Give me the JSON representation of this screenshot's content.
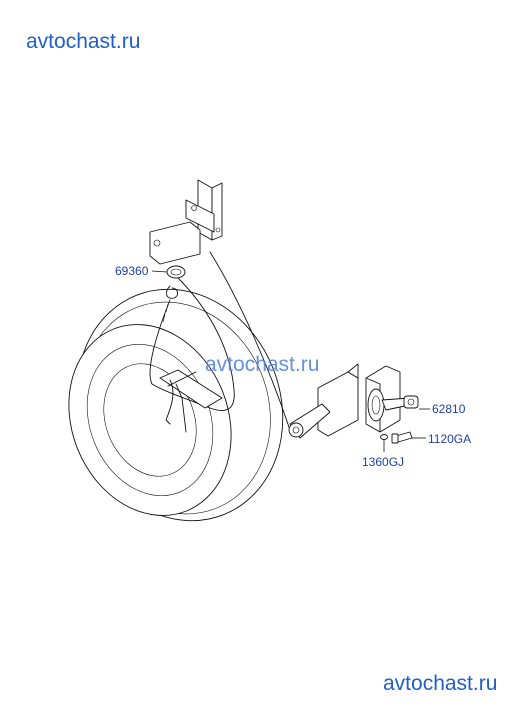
{
  "watermarks": {
    "top": "avtochast.ru",
    "middle": "avtochast.ru",
    "bottom": "avtochast.ru"
  },
  "part_labels": {
    "p69360": "69360",
    "p62810": "62810",
    "p1120GA": "1120GA",
    "p1360GJ": "1360GJ"
  },
  "colors": {
    "watermark": "#1f5fc8",
    "label": "#1f3fa8",
    "line": "#111111"
  }
}
